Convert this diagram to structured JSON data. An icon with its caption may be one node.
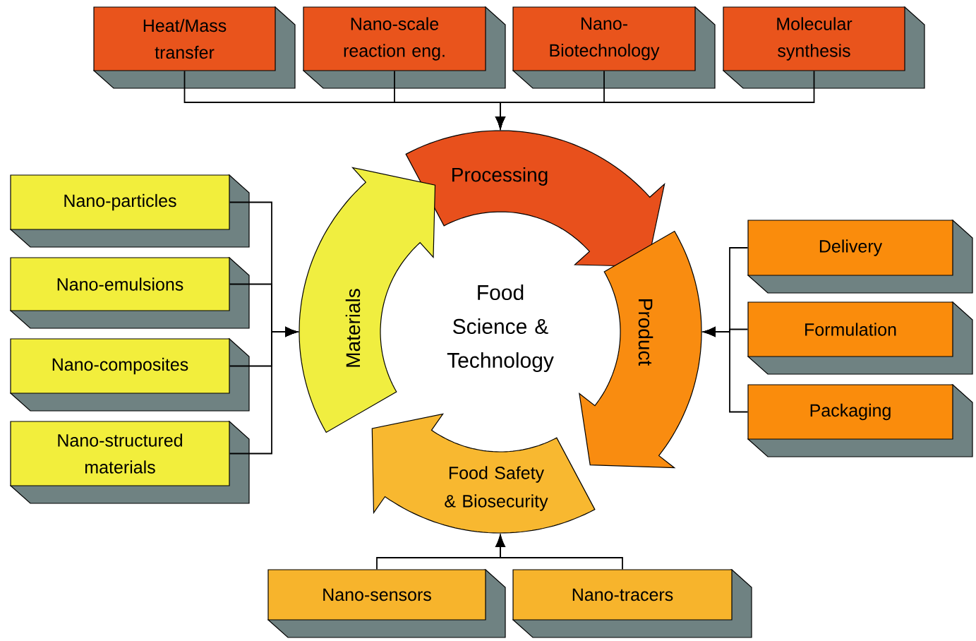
{
  "diagram": {
    "nodes": [
      {
        "text": [
          "Heat/Mass transfer"
        ]
      },
      {
        "text": [
          "Nano-scale reaction eng."
        ]
      },
      {
        "text": [
          "Nano- Biotechnology"
        ]
      },
      {
        "text": [
          "Molecular synthesis"
        ]
      },
      {
        "text": [
          "Processing"
        ]
      },
      {
        "text": [
          "Materials"
        ]
      },
      {
        "text": [
          "Product"
        ]
      },
      {
        "text": [
          "Food Safety & Biosecurity"
        ]
      },
      {
        "text": [
          "Nano-particles"
        ]
      },
      {
        "text": [
          "Nano-emulsions"
        ]
      },
      {
        "text": [
          "Nano-composites"
        ]
      },
      {
        "text": [
          "Nano-structured materials"
        ]
      },
      {
        "text": [
          "Delivery"
        ]
      },
      {
        "text": [
          "Formulation"
        ]
      },
      {
        "text": [
          "Packaging"
        ]
      },
      {
        "text": [
          "Nano-sensors"
        ]
      },
      {
        "text": [
          "Nano-tracers"
        ]
      }
    ],
    "edges": [
      {
        "from": 0,
        "to": 4,
        "arrow": "to"
      },
      {
        "from": 1,
        "to": 4,
        "arrow": "to"
      },
      {
        "from": 2,
        "to": 4,
        "arrow": "to"
      },
      {
        "from": 3,
        "to": 4,
        "arrow": "to"
      },
      {
        "from": 8,
        "to": 5,
        "arrow": "to"
      },
      {
        "from": 9,
        "to": 5,
        "arrow": "to"
      },
      {
        "from": 10,
        "to": 5,
        "arrow": "to"
      },
      {
        "from": 11,
        "to": 5,
        "arrow": "to"
      },
      {
        "from": 12,
        "to": 6,
        "arrow": "to"
      },
      {
        "from": 13,
        "to": 6,
        "arrow": "to"
      },
      {
        "from": 14,
        "to": 6,
        "arrow": "to"
      },
      {
        "from": 15,
        "to": 7,
        "arrow": "to"
      },
      {
        "from": 16,
        "to": 7,
        "arrow": "to"
      }
    ],
    "labels": [
      "Food Science & Technology"
    ]
  }
}
